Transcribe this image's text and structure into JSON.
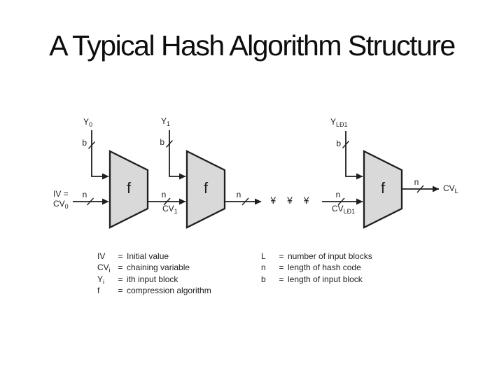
{
  "slide": {
    "title": "A Typical Hash Algorithm Structure"
  },
  "diagram": {
    "stages": [
      {
        "y_base": "Y",
        "y_sub": "0",
        "b": "b",
        "n_in": "n",
        "f": "f"
      },
      {
        "y_base": "Y",
        "y_sub": "1",
        "b": "b",
        "n_in": "n",
        "f": "f",
        "cv_base": "CV",
        "cv_sub": "1"
      },
      {
        "y_base": "Y",
        "y_sub": "LÐ1",
        "b": "b",
        "n_in": "n",
        "f": "f",
        "cv_base": "CV",
        "cv_sub": "LÐ1"
      }
    ],
    "iv_caption": {
      "line1": "IV =",
      "cv_base": "CV",
      "cv_sub": "0"
    },
    "mid_n": "n",
    "dots": "¥ ¥ ¥",
    "out_n": "n",
    "out_cv_base": "CV",
    "out_cv_sub": "L",
    "block_fill": "#d9d9d9",
    "line_color": "#1f1f1f"
  },
  "legend": {
    "left": [
      {
        "sym": "IV",
        "sub": "",
        "eq": "=",
        "desc": "Initial value"
      },
      {
        "sym": "CV",
        "sub": "i",
        "eq": "=",
        "desc": "chaining variable"
      },
      {
        "sym": "Y",
        "sub": "i",
        "eq": "=",
        "desc": "ith input block"
      },
      {
        "sym": "f",
        "sub": "",
        "eq": "=",
        "desc": "compression algorithm"
      }
    ],
    "right": [
      {
        "sym": "L",
        "eq": "=",
        "desc": "number of input blocks"
      },
      {
        "sym": "n",
        "eq": "=",
        "desc": "length of hash code"
      },
      {
        "sym": "b",
        "eq": "=",
        "desc": "length of input block"
      }
    ]
  }
}
